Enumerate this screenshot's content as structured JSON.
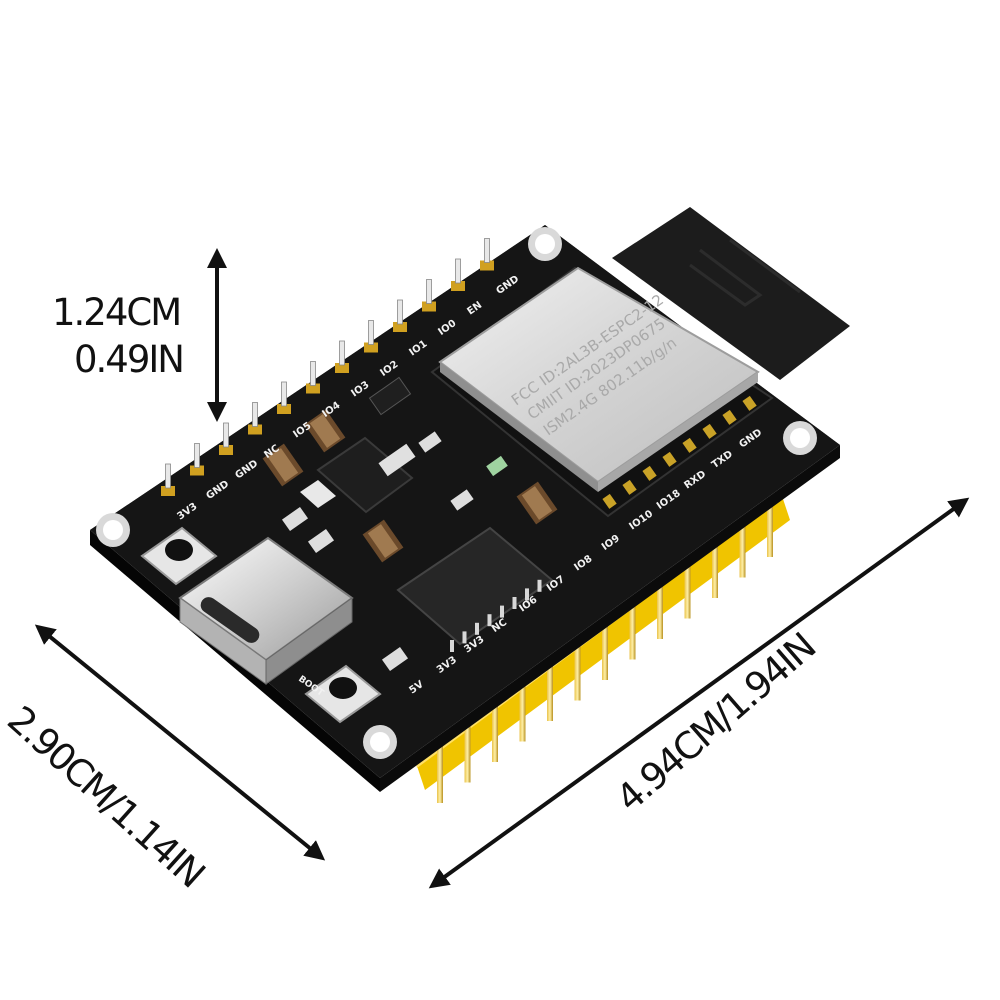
{
  "dimensions": {
    "height_cm": "1.24CM",
    "height_in": "0.49IN",
    "width": "2.90CM/1.14IN",
    "length": "4.94CM/1.94IN"
  },
  "shield": {
    "line1": "FCC ID:2AL3B-ESPC2-12",
    "line2": "CMIIT ID:2023DP0675",
    "line3": "ISM2.4G  802.11b/g/n"
  },
  "pin_labels_top": [
    "3V3",
    "GND",
    "GND",
    "NC",
    "IO5",
    "IO4",
    "IO3",
    "IO2",
    "IO1",
    "IO0",
    "EN",
    "GND"
  ],
  "pin_labels_bottom": [
    "5V",
    "3V3",
    "3V3",
    "NC",
    "IO6",
    "IO7",
    "IO8",
    "IO9",
    "IO10",
    "IO18",
    "RXD",
    "TXD",
    "GND"
  ],
  "button_label": "BOOT",
  "colors": {
    "pcb": "#141414",
    "header": "#f0c400",
    "shield": "#d9d9d9",
    "text": "#111111"
  }
}
